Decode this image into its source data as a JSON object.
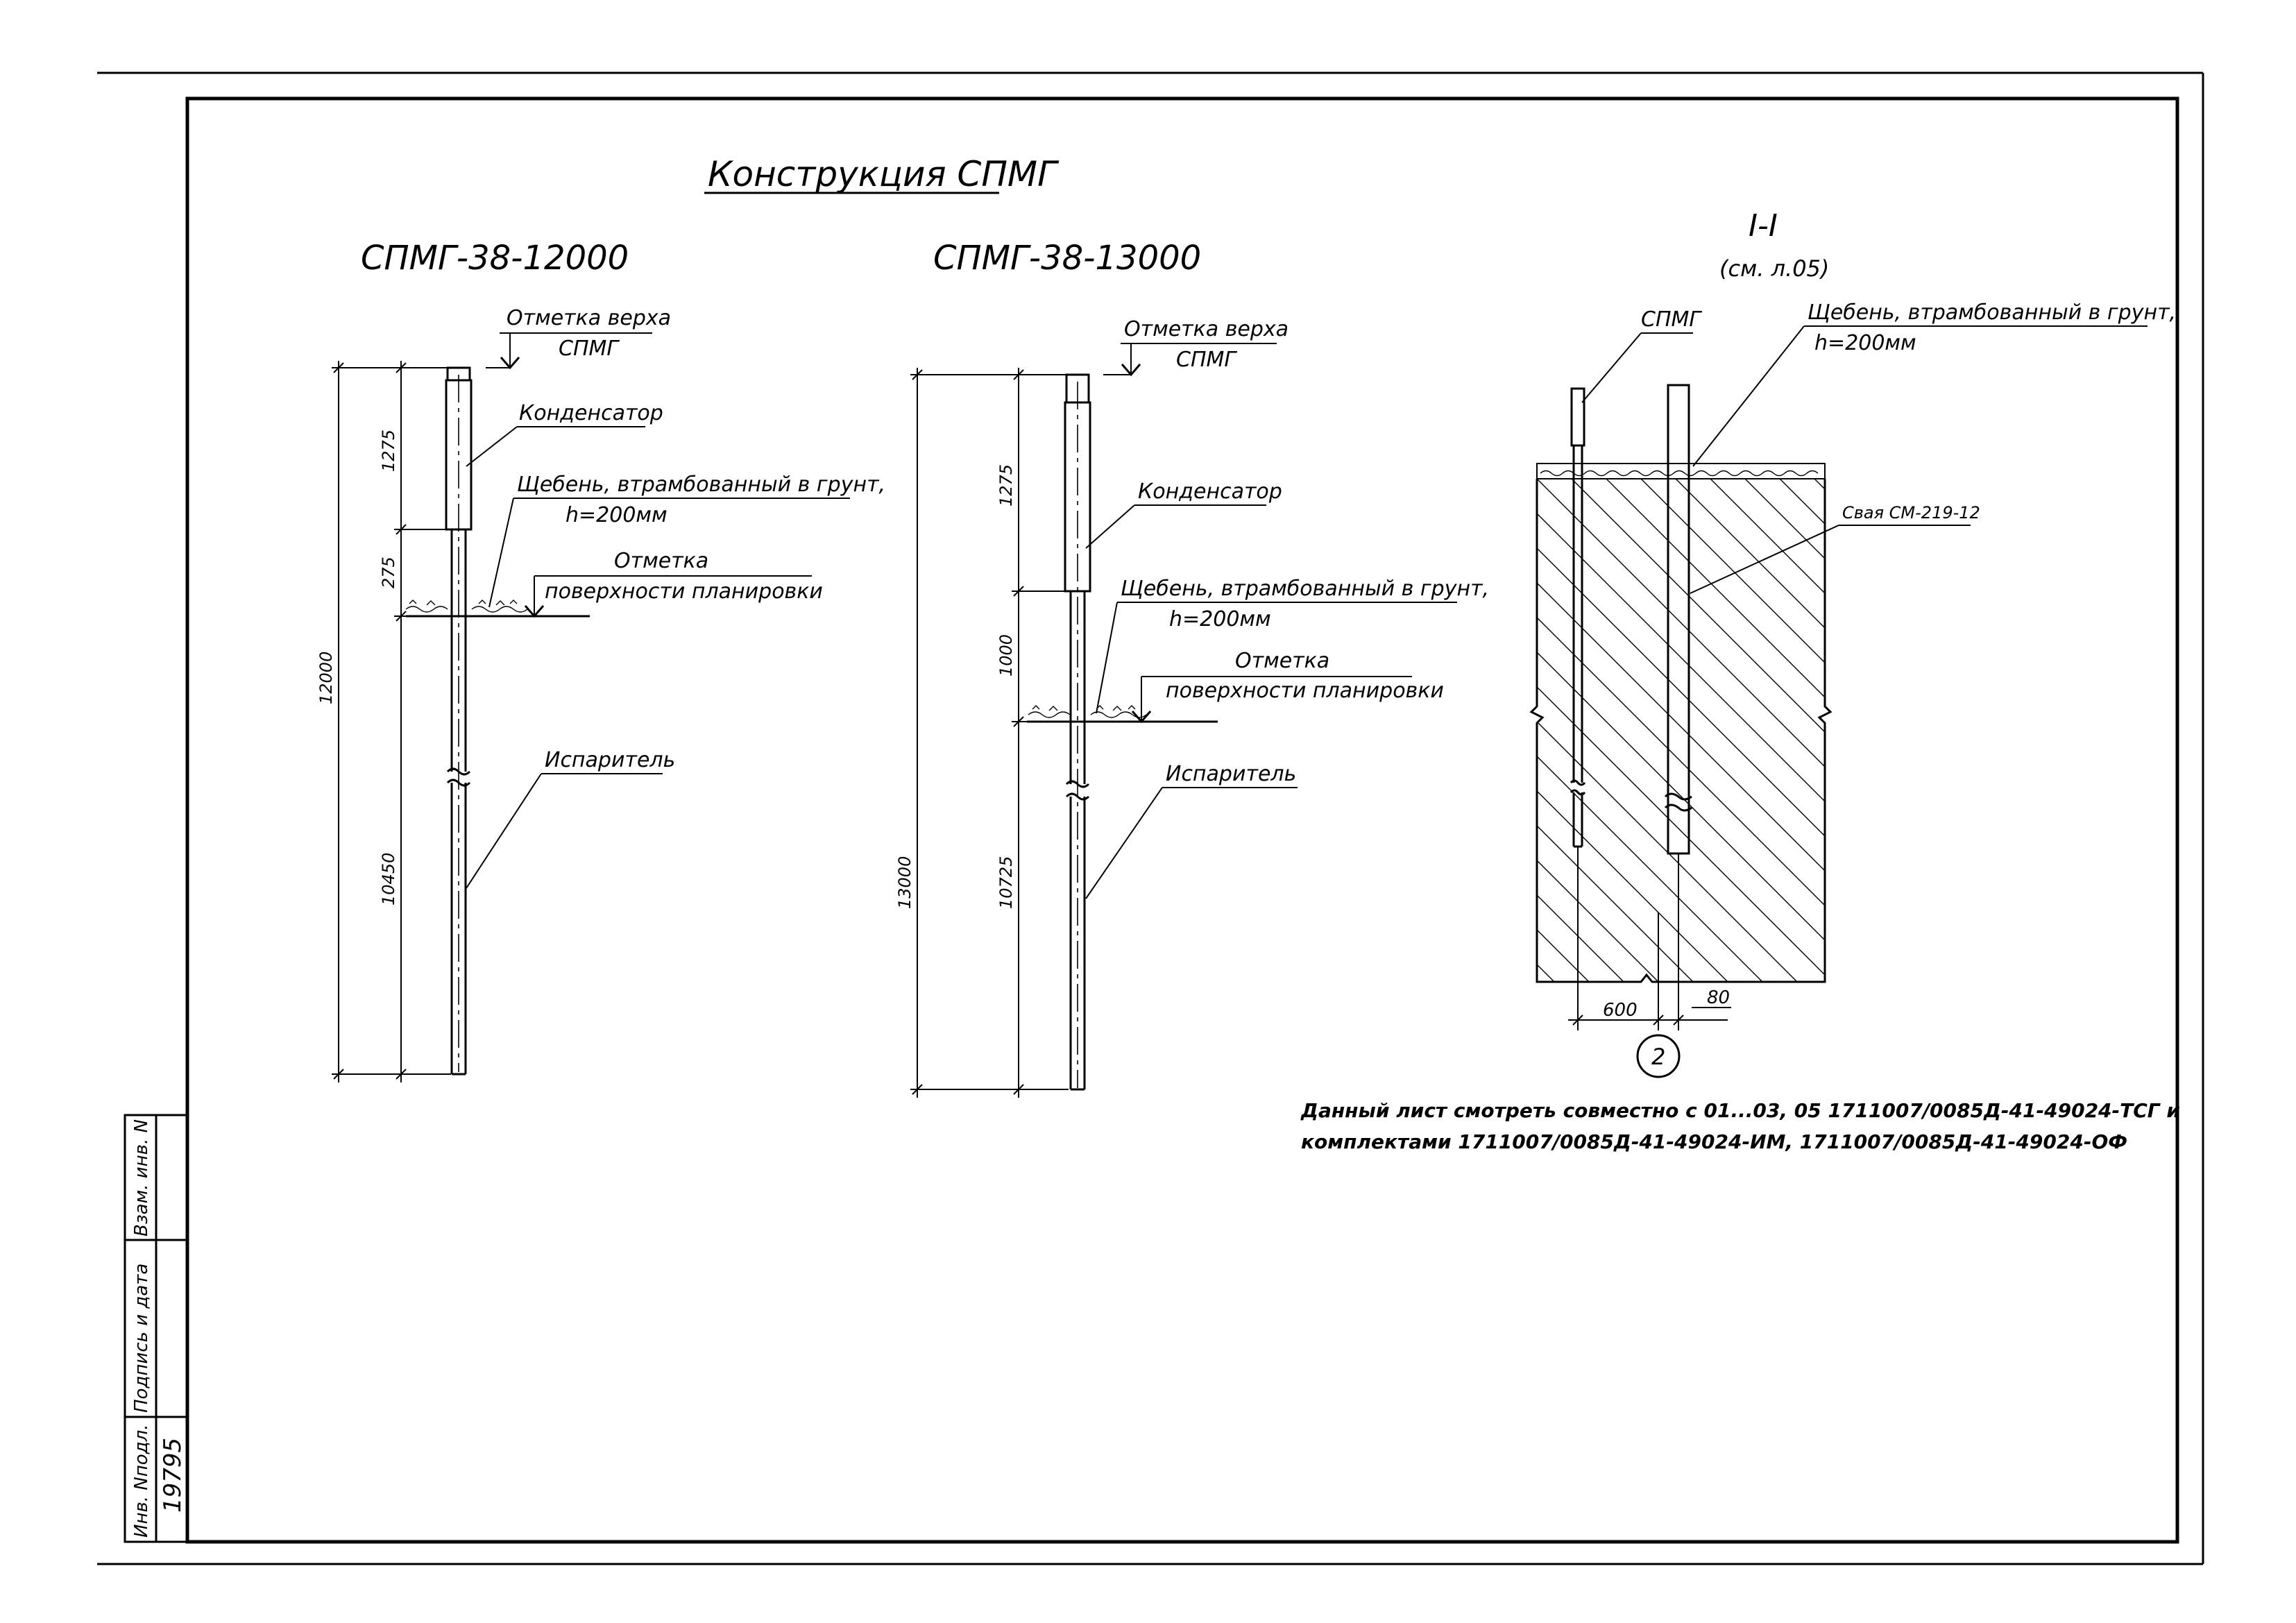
{
  "title": "Конструкция СПМГ",
  "variants": [
    {
      "name": "СПМГ-38-12000",
      "top_mark": [
        "Отметка верха",
        "СПМГ"
      ],
      "condenser": "Конденсатор",
      "gravel": [
        "Щебень, втрамбованный в грунт,",
        "h=200мм"
      ],
      "surface_mark": [
        "Отметка",
        "поверхности планировки"
      ],
      "evaporator": "Испаритель",
      "dims": {
        "total": "12000",
        "top": "1275",
        "mid": "275",
        "bottom": "10450"
      }
    },
    {
      "name": "СПМГ-38-13000",
      "top_mark": [
        "Отметка верха",
        "СПМГ"
      ],
      "condenser": "Конденсатор",
      "gravel": [
        "Щебень, втрамбованный в грунт,",
        "h=200мм"
      ],
      "surface_mark": [
        "Отметка",
        "поверхности планировки"
      ],
      "evaporator": "Испаритель",
      "dims": {
        "total": "13000",
        "top": "1275",
        "mid": "1000",
        "bottom": "10725"
      }
    }
  ],
  "section": {
    "title": "I-I",
    "ref": "(см. л.05)",
    "spmg_label": "СПМГ",
    "gravel": [
      "Щебень, втрамбованный в грунт,",
      "h=200мм"
    ],
    "pile": "Свая СМ-219-12",
    "dim_left": "600",
    "dim_right": "80",
    "axis_mark": "2"
  },
  "note": [
    "Данный лист смотреть совместно с 01...03, 05 1711007/0085Д-41-49024-ТСГ и",
    "комплектами 1711007/0085Д-41-49024-ИМ, 1711007/0085Д-41-49024-ОФ"
  ],
  "stamp": {
    "inv_label": "Инв. Nподл.",
    "sign_label": "Подпись и дата",
    "replace_label": "Взам. инв. N",
    "inv_number": "19795"
  }
}
